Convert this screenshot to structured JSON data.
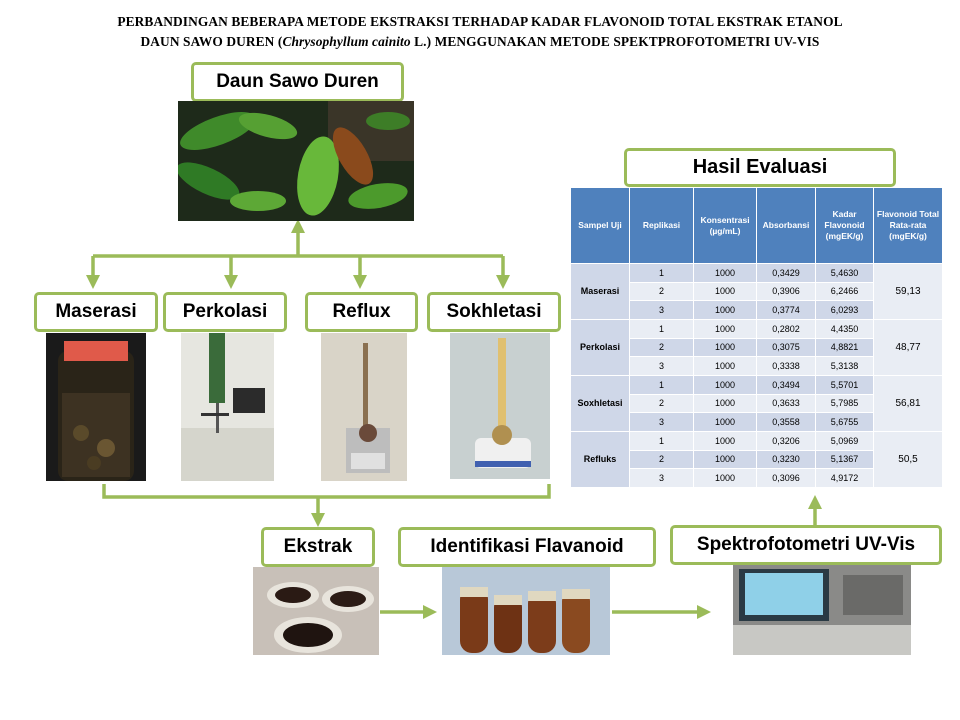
{
  "title": {
    "line1": "PERBANDINGAN BEBERAPA METODE EKSTRAKSI TERHADAP KADAR FLAVONOID TOTAL EKSTRAK ETANOL",
    "line2_pre": "DAUN SAWO DUREN (",
    "line2_species": "Chrysophyllum cainito",
    "line2_post": " L.)  MENGGUNAKAN METODE SPEKTPROFOTOMETRI  UV-VIS"
  },
  "nodes": {
    "daun": "Daun Sawo Duren",
    "maserasi": "Maserasi",
    "perkolasi": "Perkolasi",
    "reflux": "Reflux",
    "sokhletasi": "Sokhletasi",
    "ekstrak": "Ekstrak",
    "identifikasi": "Identifikasi Flavanoid",
    "spektro": "Spektrofotometri UV-Vis",
    "hasil": "Hasil Evaluasi"
  },
  "table": {
    "headers": [
      "Sampel Uji",
      "Replikasi",
      "Konsentrasi (µg/mL)",
      "Absorbansi",
      "Kadar Flavonoid (mgEK/g)",
      "Flavonoid Total Rata-rata (mgEK/g)"
    ],
    "groups": [
      {
        "name": "Maserasi",
        "avg": "59,13",
        "rows": [
          [
            "1",
            "1000",
            "0,3429",
            "5,4630"
          ],
          [
            "2",
            "1000",
            "0,3906",
            "6,2466"
          ],
          [
            "3",
            "1000",
            "0,3774",
            "6,0293"
          ]
        ]
      },
      {
        "name": "Perkolasi",
        "avg": "48,77",
        "rows": [
          [
            "1",
            "1000",
            "0,2802",
            "4,4350"
          ],
          [
            "2",
            "1000",
            "0,3075",
            "4,8821"
          ],
          [
            "3",
            "1000",
            "0,3338",
            "5,3138"
          ]
        ]
      },
      {
        "name": "Soxhletasi",
        "avg": "56,81",
        "rows": [
          [
            "1",
            "1000",
            "0,3494",
            "5,5701"
          ],
          [
            "2",
            "1000",
            "0,3633",
            "5,7985"
          ],
          [
            "3",
            "1000",
            "0,3558",
            "5,6755"
          ]
        ]
      },
      {
        "name": "Refluks",
        "avg": "50,5",
        "rows": [
          [
            "1",
            "1000",
            "0,3206",
            "5,0969"
          ],
          [
            "2",
            "1000",
            "0,3230",
            "5,1367"
          ],
          [
            "3",
            "1000",
            "0,3096",
            "4,9172"
          ]
        ]
      }
    ]
  },
  "colors": {
    "accent": "#9BBB59",
    "header": "#4F81BD",
    "cell_dark": "#CFD7E8",
    "cell_light": "#E9EDF4"
  }
}
